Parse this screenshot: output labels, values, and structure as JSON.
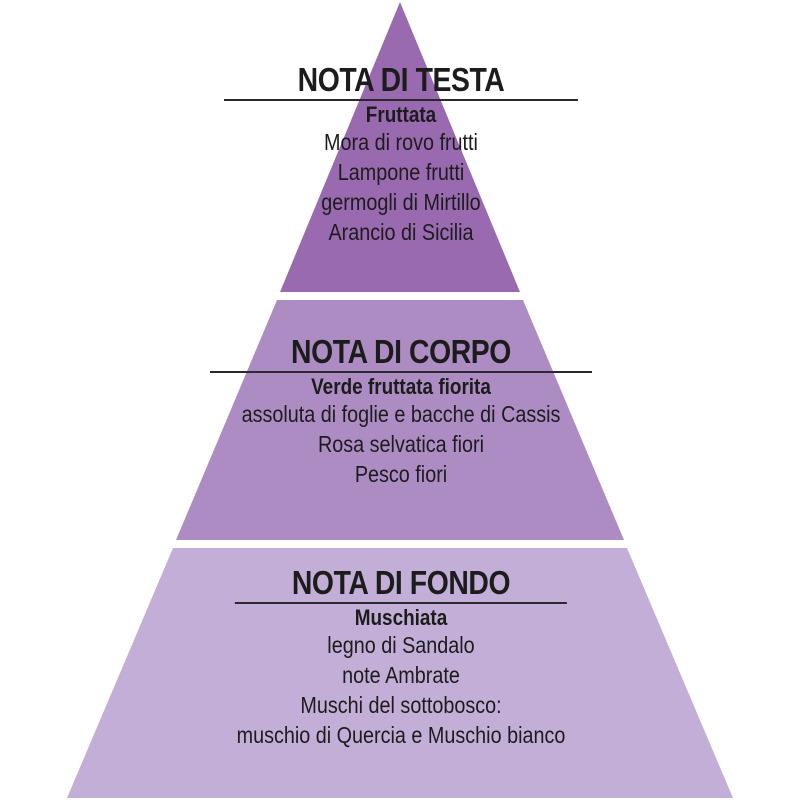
{
  "pyramid": {
    "tiers": [
      {
        "title": "NOTA DI TESTA",
        "subtitle": "Fruttata",
        "notes": [
          "Mora di rovo frutti",
          "Lampone frutti",
          "germogli di Mirtillo",
          "Arancio di Sicilia"
        ],
        "color": "#9a6ab0"
      },
      {
        "title": "NOTA DI CORPO",
        "subtitle": "Verde fruttata fiorita",
        "notes": [
          "assoluta di foglie e bacche di Cassis",
          "Rosa selvatica fiori",
          "Pesco fiori"
        ],
        "color": "#ad8cc4"
      },
      {
        "title": "NOTA DI FONDO",
        "subtitle": "Muschiata",
        "notes": [
          "legno di Sandalo",
          "note Ambrate",
          "Muschi del sottobosco:",
          "muschio di Quercia e Muschio bianco"
        ],
        "color": "#c3aed8"
      }
    ]
  }
}
